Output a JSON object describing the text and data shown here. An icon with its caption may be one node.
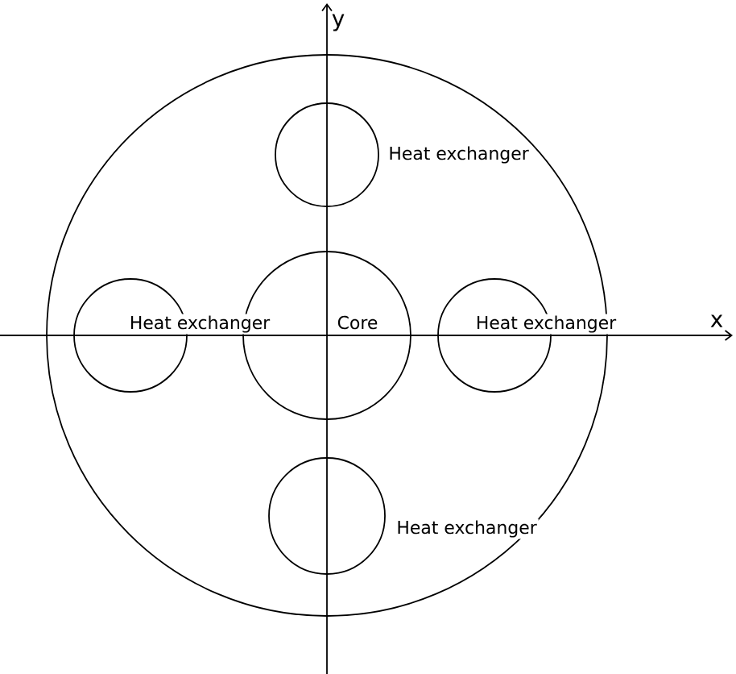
{
  "diagram": {
    "nodes": [
      {
        "text": [],
        "shape": "circle"
      },
      {
        "text": [],
        "shape": "circle",
        "in": 0,
        "beside": [
          "Heat exchanger"
        ]
      },
      {
        "text": [
          "Heat exchanger"
        ],
        "in": 0
      },
      {
        "text": [
          "Core"
        ],
        "in": 0
      },
      {
        "text": [
          "Heat exchanger"
        ],
        "in": 0
      },
      {
        "text": [],
        "shape": "circle",
        "in": 0,
        "beside": [
          "Heat exchanger"
        ]
      }
    ],
    "labels": [
      "y",
      "x"
    ]
  }
}
